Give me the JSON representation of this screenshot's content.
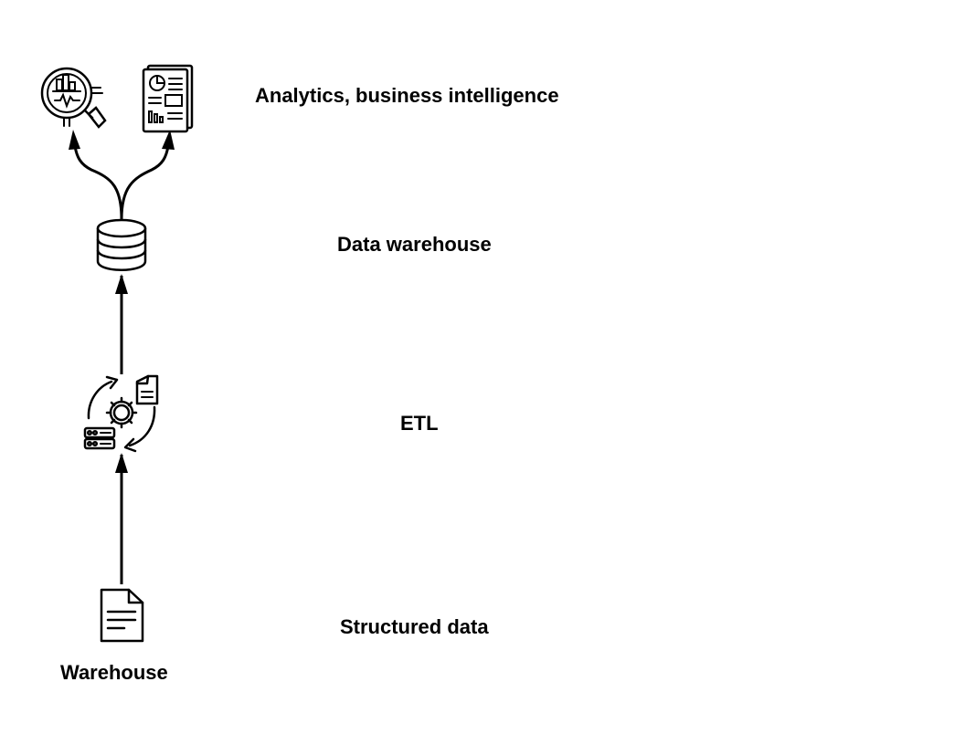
{
  "labels": {
    "analytics": "Analytics, business intelligence",
    "data_warehouse": "Data warehouse",
    "etl": "ETL",
    "structured_data": "Structured data",
    "source": "Warehouse"
  },
  "icons": {
    "analytics": "analytics-magnifier-icon",
    "report": "report-document-icon",
    "warehouse": "database-cylinder-icon",
    "etl": "etl-process-icon",
    "source": "document-icon"
  },
  "colors": {
    "stroke": "#000000",
    "background": "#ffffff"
  }
}
